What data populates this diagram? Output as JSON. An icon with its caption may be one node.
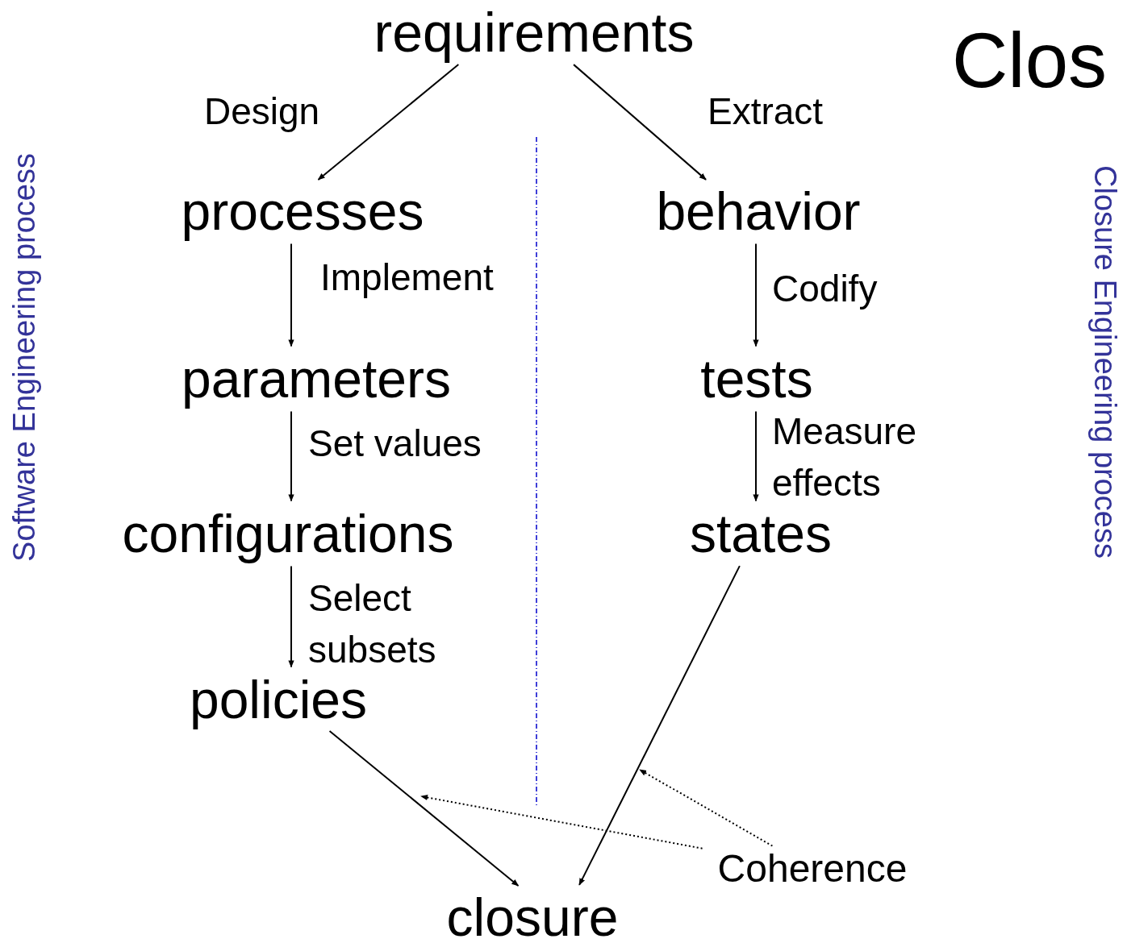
{
  "diagram": {
    "title": "Clos",
    "nodes": [
      {
        "text": [
          "requirements"
        ]
      },
      {
        "text": [
          "processes"
        ]
      },
      {
        "text": [
          "parameters"
        ]
      },
      {
        "text": [
          "configurations"
        ]
      },
      {
        "text": [
          "policies"
        ]
      },
      {
        "text": [
          "behavior"
        ]
      },
      {
        "text": [
          "tests"
        ]
      },
      {
        "text": [
          "states"
        ]
      },
      {
        "text": [
          "closure"
        ]
      },
      {
        "text": [
          "Coherence"
        ]
      }
    ],
    "edges": [
      {
        "from": 0,
        "to": 1,
        "arrow": "to",
        "label": "Design"
      },
      {
        "from": 0,
        "to": 5,
        "arrow": "to",
        "label": "Extract"
      },
      {
        "from": 1,
        "to": 2,
        "arrow": "to",
        "label": "Implement"
      },
      {
        "from": 2,
        "to": 3,
        "arrow": "to",
        "label": "Set values"
      },
      {
        "from": 3,
        "to": 4,
        "arrow": "to",
        "label": "Select subsets"
      },
      {
        "from": 5,
        "to": 6,
        "arrow": "to",
        "label": "Codify"
      },
      {
        "from": 6,
        "to": 7,
        "arrow": "to",
        "label": "Measure effects"
      },
      {
        "from": 4,
        "to": 8,
        "arrow": "to"
      },
      {
        "from": 7,
        "to": 8,
        "arrow": "to"
      },
      {
        "from": 9,
        "to": null,
        "arrow": "to",
        "style": "dashed"
      },
      {
        "from": 9,
        "to": null,
        "arrow": "to",
        "style": "dashed"
      }
    ],
    "labels": [
      "Software Engineering process",
      "Closure Engineering process"
    ]
  }
}
